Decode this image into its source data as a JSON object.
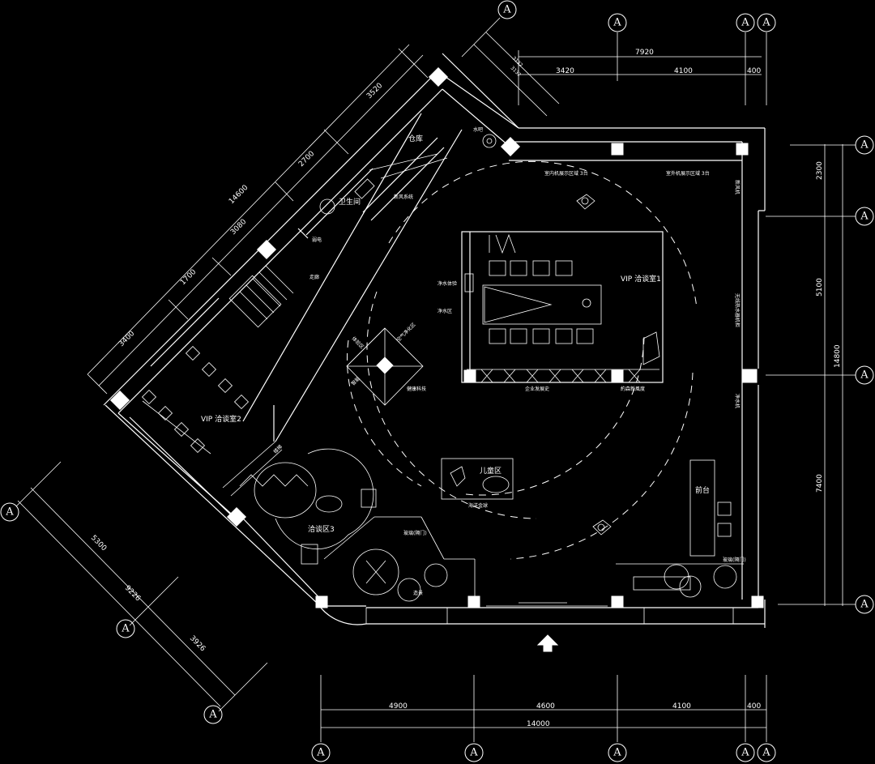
{
  "axis_marker": "A",
  "dimensions": {
    "top_total": "7920",
    "top_a": "3420",
    "top_b": "4100",
    "top_c": "400",
    "top_diag_a": "3132",
    "top_diag_b": "3132",
    "right_total": "14800",
    "right_a": "2300",
    "right_b": "5100",
    "right_c": "7400",
    "bottom_total": "14000",
    "bottom_a": "4900",
    "bottom_b": "4600",
    "bottom_c": "4100",
    "bottom_d": "400",
    "left_total": "14600",
    "left_a": "3520",
    "left_b": "2700",
    "left_c": "3080",
    "left_d": "1700",
    "left_e": "3400",
    "lower_total": "9226",
    "lower_a": "5300",
    "lower_b": "3926"
  },
  "rooms": {
    "warehouse": "仓库",
    "water_bar": "水吧",
    "toilet": "卫生间",
    "new_wind": "新风系统",
    "vip1": "VIP 洽谈室1",
    "vip2": "VIP 洽谈室2",
    "talk3": "洽谈区3",
    "kids": "儿童区",
    "reception": "前台",
    "purify": "净水区",
    "purify_machine": "净水体验",
    "indoor_display": "室内机展示区域 3台",
    "outdoor_display": "室外机展示区域 3台",
    "history": "企业发展史",
    "new_wind_display": "約森新風度",
    "ball_pool": "海洋金球",
    "tech": "健康科技",
    "glass_door": "玻璃(隔门)",
    "glass_door2": "玻璃(隔门)",
    "landscape": "造景",
    "weak_room": "弱电",
    "corridor": "走廊",
    "right_wall1": "新风机",
    "right_wall2": "无线热水器机柜",
    "right_wall3": "净水机",
    "stair": "楼梯",
    "air": "空气净化区",
    "window_exp": "体验区",
    "smart": "智能"
  },
  "entrance_arrow": "entrance-arrow-icon"
}
